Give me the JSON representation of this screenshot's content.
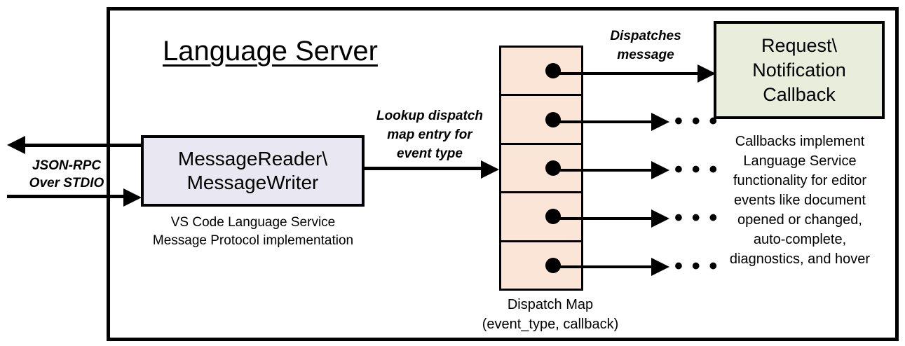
{
  "diagram": {
    "title": "Language Server",
    "boundary_name": "Language Server boundary"
  },
  "io": {
    "protocol_label": "JSON-RPC\nOver STDIO",
    "protocol_line1": "JSON-RPC",
    "protocol_line2": "Over STDIO"
  },
  "message_io": {
    "line1": "MessageReader\\",
    "line2": "MessageWriter",
    "caption_line1": "VS Code Language Service",
    "caption_line2": "Message Protocol implementation",
    "fill_color": "#E9E7F2"
  },
  "lookup": {
    "line1": "Lookup dispatch",
    "line2": "map entry for",
    "line3": "event type"
  },
  "dispatch_map": {
    "caption_line1": "Dispatch Map",
    "caption_line2": "(event_type, callback)",
    "fill_color": "#FBE5D6",
    "cells": [
      {
        "index": 1,
        "dot": "dispatch-entry-dot"
      },
      {
        "index": 2,
        "dot": "dispatch-entry-dot"
      },
      {
        "index": 3,
        "dot": "dispatch-entry-dot"
      },
      {
        "index": 4,
        "dot": "dispatch-entry-dot"
      },
      {
        "index": 5,
        "dot": "dispatch-entry-dot"
      }
    ]
  },
  "dispatch_message": {
    "line1": "Dispatches",
    "line2": "message"
  },
  "callback": {
    "line1": "Request\\",
    "line2": "Notification",
    "line3": "Callback",
    "fill_color": "#E8EDDC",
    "caption_line1": "Callbacks implement",
    "caption_line2": "Language Service",
    "caption_line3": "functionality for editor",
    "caption_line4": "events like document",
    "caption_line5": "opened or changed,",
    "caption_line6": "auto-complete,",
    "caption_line7": "diagnostics, and hover"
  },
  "ellipses": {
    "mark": "• • •"
  }
}
